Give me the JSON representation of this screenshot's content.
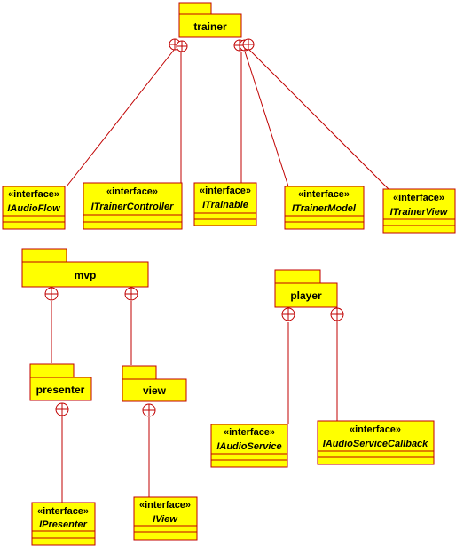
{
  "colors": {
    "fill": "#ffff00",
    "stroke": "#c00000"
  },
  "icons": {
    "containment": "circle-plus-icon"
  },
  "packages": {
    "trainer": "trainer",
    "mvp": "mvp",
    "presenter": "presenter",
    "view": "view",
    "player": "player"
  },
  "interfaces": {
    "iaudioflow": {
      "stereotype": "«interface»",
      "name": "IAudioFlow"
    },
    "itrainercontroller": {
      "stereotype": "«interface»",
      "name": "ITrainerController"
    },
    "itrainable": {
      "stereotype": "«interface»",
      "name": "ITrainable"
    },
    "itrainermodel": {
      "stereotype": "«interface»",
      "name": "ITrainerModel"
    },
    "itrainerview": {
      "stereotype": "«interface»",
      "name": "ITrainerView"
    },
    "iaudioservice": {
      "stereotype": "«interface»",
      "name": "IAudioService"
    },
    "iaudioservicecallback": {
      "stereotype": "«interface»",
      "name": "IAudioServiceCallback"
    },
    "ipresenter": {
      "stereotype": "«interface»",
      "name": "IPresenter"
    },
    "iview": {
      "stereotype": "«interface»",
      "name": "IView"
    }
  }
}
